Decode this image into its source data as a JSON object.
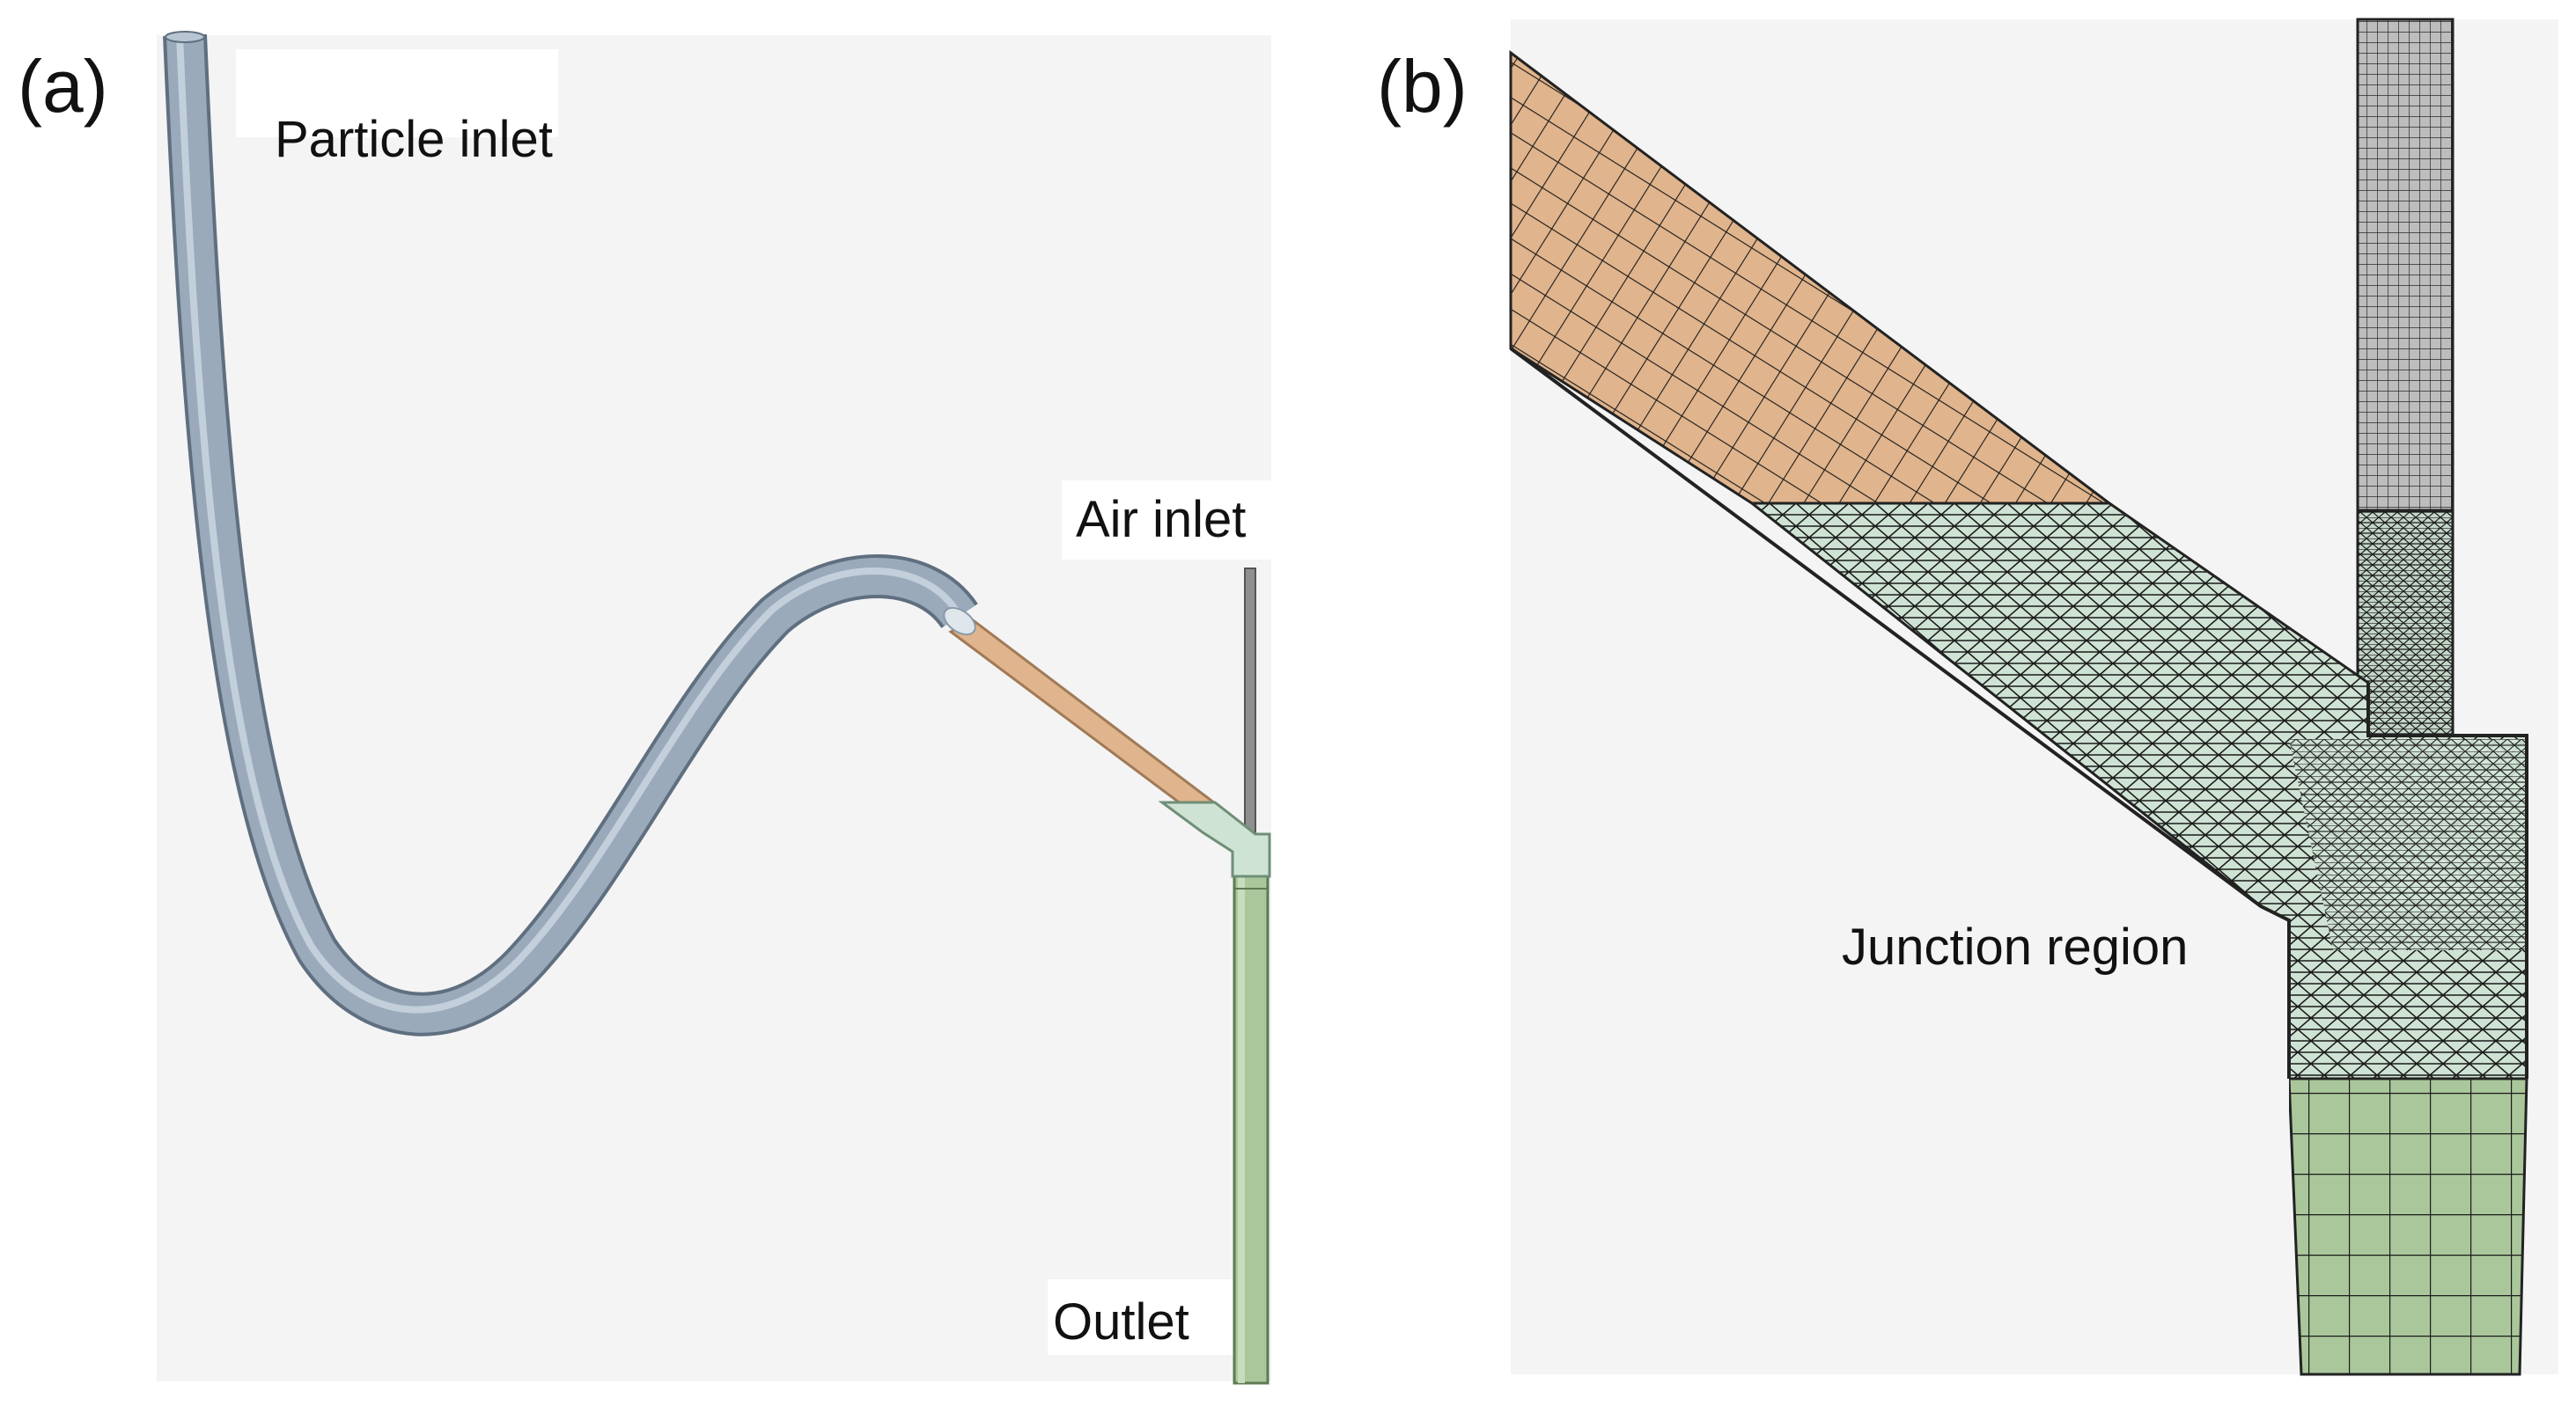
{
  "panels": [
    {
      "letter": "(a)",
      "labels": {
        "particle_inlet": "Particle inlet",
        "air_inlet": "Air inlet",
        "outlet": "Outlet"
      }
    },
    {
      "letter": "(b)",
      "labels": {
        "junction": "Junction region"
      }
    }
  ],
  "colors": {
    "background": "#f4f4f4",
    "particle_pipe": "#9aaabb",
    "inclined_section": "#e0b48c",
    "junction_fluid": "#cfe3d4",
    "outlet_section": "#a9c79b",
    "air_inlet_pipe": "#8f8f8f",
    "mesh_lines": "#1a1a1a"
  },
  "icons": [
    "flow-geometry-illustration",
    "mesh-illustration"
  ]
}
